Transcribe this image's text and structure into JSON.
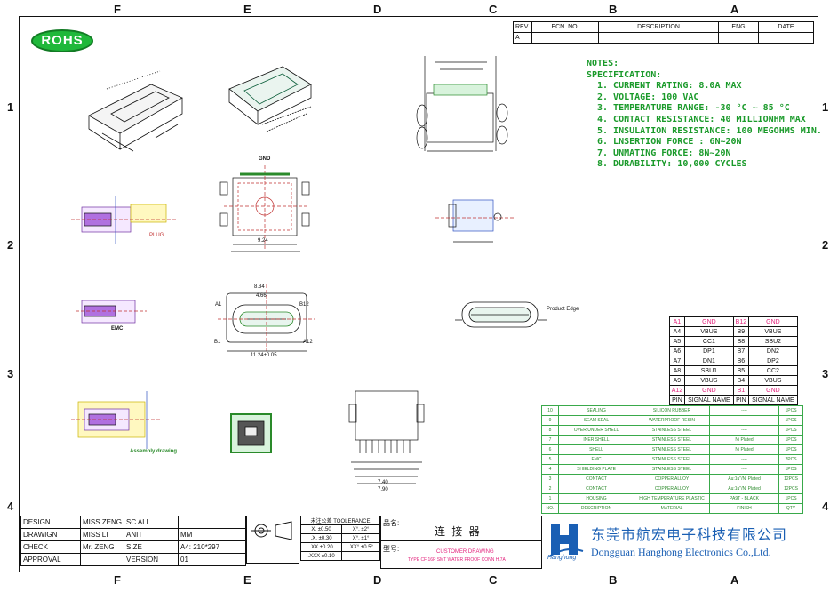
{
  "columns": [
    "F",
    "E",
    "D",
    "C",
    "B",
    "A"
  ],
  "rows": [
    "1",
    "2",
    "3",
    "4"
  ],
  "rohs": "ROHS",
  "revision_table": {
    "headers": [
      "REV.",
      "ECN. NO.",
      "DESCRIPTION",
      "ENG",
      "DATE"
    ],
    "row": [
      "A",
      "",
      "",
      "",
      ""
    ]
  },
  "notes": {
    "title": "NOTES:",
    "subtitle": "SPECIFICATION:",
    "items": [
      "1. CURRENT RATING: 8.0A MAX",
      "2. VOLTAGE: 100 VAC",
      "3. TEMPERATURE RANGE: -30 °C ~ 85 °C",
      "4. CONTACT RESISTANCE: 40 MILLIONHM MAX",
      "5. INSULATION RESISTANCE: 100 MEGOHMS MIN.",
      "6. LNSERTION FORCE : 6N~20N",
      "7. UNMATING FORCE: 8N~20N",
      "8. DURABILITY: 10,000 CYCLES"
    ]
  },
  "pin_table": {
    "rows": [
      [
        "A1",
        "GND",
        "B12",
        "GND"
      ],
      [
        "A4",
        "VBUS",
        "B9",
        "VBUS"
      ],
      [
        "A5",
        "CC1",
        "B8",
        "SBU2"
      ],
      [
        "A6",
        "DP1",
        "B7",
        "DN2"
      ],
      [
        "A7",
        "DN1",
        "B6",
        "DP2"
      ],
      [
        "A8",
        "SBU1",
        "B5",
        "CC2"
      ],
      [
        "A9",
        "VBUS",
        "B4",
        "VBUS"
      ],
      [
        "A12",
        "GND",
        "B1",
        "GND"
      ]
    ],
    "footer": [
      "PIN",
      "SIGNAL NAME",
      "PIN",
      "SIGNAL NAME"
    ]
  },
  "bom_table": {
    "rows": [
      [
        "10",
        "SEALING",
        "SILICON RUBBER",
        "----",
        "1PCS"
      ],
      [
        "9",
        "SEAM SEAL",
        "WATERPROOF RESIN",
        "----",
        "1PCS"
      ],
      [
        "8",
        "OVER UNDER SHELL",
        "STAINLESS STEEL",
        "----",
        "1PCS"
      ],
      [
        "7",
        "INER SHELL",
        "STAINLESS STEEL",
        "Ni Plated",
        "1PCS"
      ],
      [
        "6",
        "SHELL",
        "STAINLESS STEEL",
        "Ni Plated",
        "1PCS"
      ],
      [
        "5",
        "EMC",
        "STAINLESS STEEL",
        "----",
        "2PCS"
      ],
      [
        "4",
        "SHIELDING PLATE",
        "STAINLESS STEEL",
        "----",
        "1PCS"
      ],
      [
        "3",
        "CONTACT",
        "COPPER ALLOY",
        "Au:1u\"/Ni Plated",
        "12PCS"
      ],
      [
        "2",
        "CONTACT",
        "COPPER ALLOY",
        "Au:1u\"/Ni Plated",
        "12PCS"
      ],
      [
        "1",
        "HOUSING",
        "HIGH TEMPERATURE PLASTIC",
        "PA9T - BLACK",
        "1PCS"
      ]
    ],
    "footer": [
      "NO.",
      "DESCRIPTION",
      "MATERIAL",
      "FINISH",
      "QTY"
    ]
  },
  "title_block": {
    "rows": [
      [
        "DESIGN",
        "MISS ZENG",
        "SC ALL",
        ""
      ],
      [
        "DRAWIGN",
        "MISS LI",
        "ANIT",
        "MM"
      ],
      [
        "CHECK",
        "Mr. ZENG",
        "SIZE",
        "A4: 210*297"
      ],
      [
        "APPROVAL",
        "",
        "VERSION",
        "01"
      ]
    ],
    "tolerance_header": "未注公差 TOOLERANCE",
    "tolerance": [
      [
        "X. ±0.50",
        "X°. ±2°"
      ],
      [
        ".X. ±0.30",
        "X°. ±1°"
      ],
      [
        ".XX ±0.20",
        ".XX° ±0.5°"
      ],
      [
        ".XXX ±0.10",
        ""
      ]
    ],
    "name_label": "品名:",
    "name_value": "连 接 器",
    "model_label": "型号:",
    "customer_drawing": "CUSTOMER DRAWING",
    "model_value": "TYPE CF 16P SMT WATER PROOF CONN H.7A",
    "company_cn": "东莞市航宏电子科技有限公司",
    "company_en": "Dongguan Hanghong Electronics Co.,Ltd.",
    "logo_text": "Hanghong"
  },
  "drawing_labels": {
    "gnd": "GND",
    "plug": "PLUG",
    "emc": "EMC",
    "product_edge": "Product Edge",
    "assembly": "Assembly drawing",
    "a1": "A1",
    "b12": "B12",
    "b1": "B1",
    "a12": "A12",
    "dim1": "9.24",
    "dim2": "11.24±0.05",
    "dim3": "8.34",
    "dim4": "4.66",
    "dim5": "7.40",
    "dim6": "7.90"
  },
  "colors": {
    "notes": "#1a9a2a",
    "pin_red": "#e21f7a",
    "rohs": "#1fb83a",
    "drawing_blue": "#3050c0",
    "logo_blue": "#1a5fb4"
  }
}
